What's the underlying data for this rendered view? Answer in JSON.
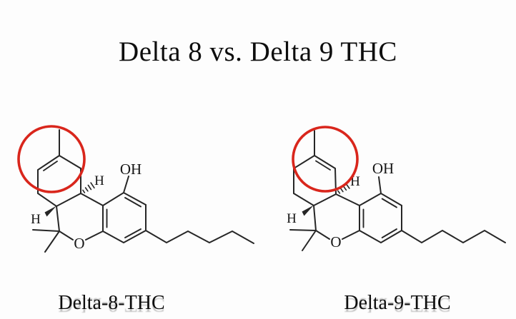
{
  "page": {
    "title": "Delta 8 vs. Delta 9 THC",
    "background_color": "#fdfdfd"
  },
  "colors": {
    "structure_line": "#262626",
    "highlight_circle": "#d9261c",
    "text": "#0e0e0e"
  },
  "molecules": [
    {
      "caption": "Delta-8-THC",
      "atom_labels": {
        "hydroxyl": "OH",
        "ring_oxygen": "O",
        "h_back": "H",
        "h_front": "H"
      }
    },
    {
      "caption": "Delta-9-THC",
      "atom_labels": {
        "hydroxyl": "OH",
        "ring_oxygen": "O",
        "h_back": "H",
        "h_front": "H"
      }
    }
  ]
}
